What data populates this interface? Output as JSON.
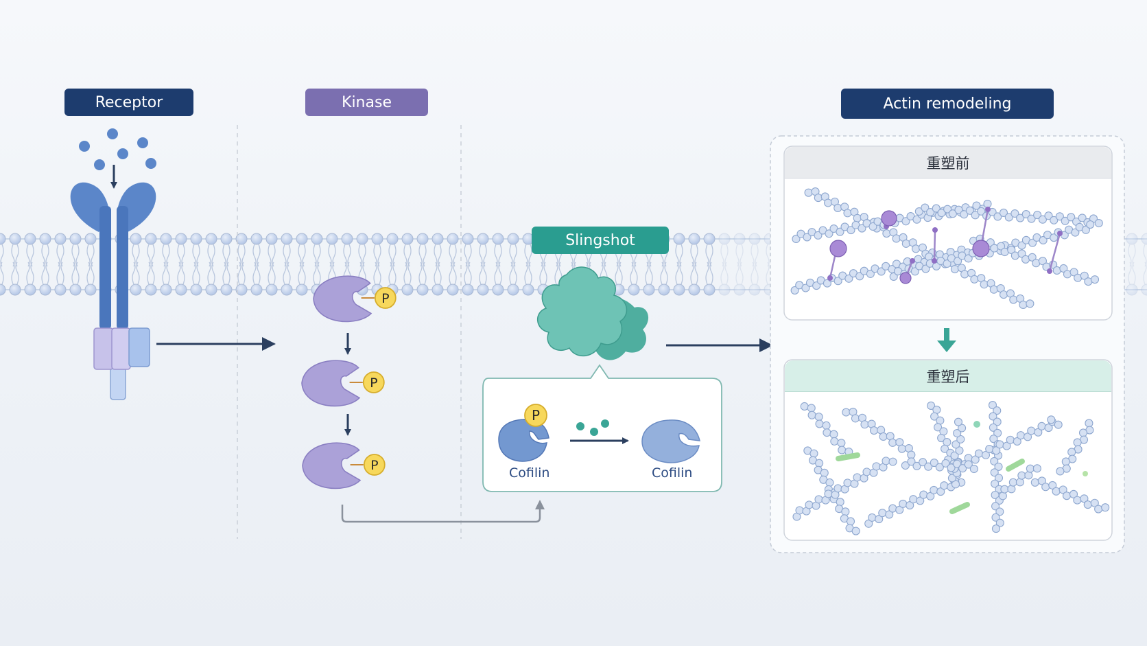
{
  "stages": {
    "receptor": "Receptor",
    "kinase": "Kinase",
    "slingshot": "Slingshot",
    "actin": "Actin remodeling"
  },
  "phospho_label": "P",
  "cofilin": {
    "before": "Cofilin",
    "after": "Cofilin"
  },
  "panels": {
    "before": "重塑前",
    "after": "重塑后"
  },
  "colors": {
    "navy": "#1d3c6e",
    "kinase_purple": "#7b6fb0",
    "slingshot_teal": "#2a9d90",
    "receptor_blue": "#5b86c9",
    "membrane_bead": "#c4d3ea",
    "phospho_yellow": "#f7d85c"
  },
  "icons": {
    "receptor": "dimeric-receptor-icon",
    "ligand": "ligand-dots-icon",
    "kinase": "kinase-pacman-icon",
    "slingshot": "phosphatase-blob-icon",
    "actin": "actin-filament-icon"
  }
}
